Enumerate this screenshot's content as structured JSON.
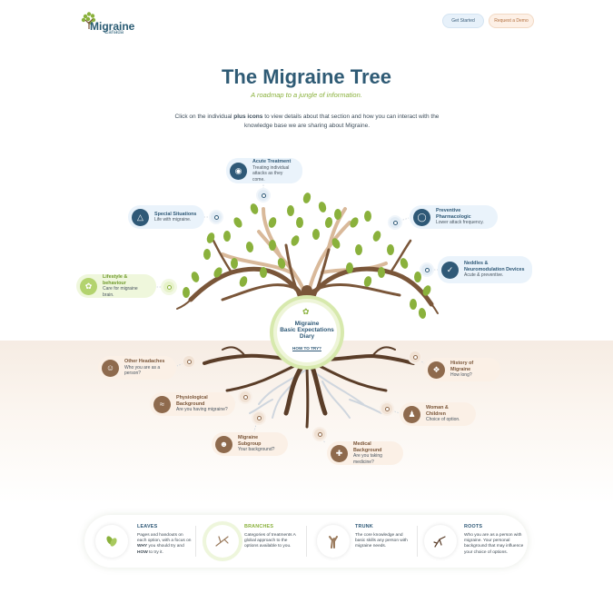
{
  "header": {
    "logo_name": "Migraine",
    "logo_sub": "Canada",
    "get_started": "Get Started",
    "request_demo": "Request a Demo"
  },
  "hero": {
    "title": "The Migraine Tree",
    "subtitle": "A roadmap to a jungle of information.",
    "intro_before": "Click on the individual ",
    "intro_bold": "plus icons",
    "intro_after": " to view details about that section and how you can interact with the knowledge base we are sharing about Migraine."
  },
  "center": {
    "title_line1": "Migraine",
    "title_line2": "Basic Expectations",
    "title_line3": "Diary",
    "link": "HOW TO TRY?"
  },
  "branches": [
    {
      "title": "Acute Treatment",
      "desc": "Treating individual attacks as they come.",
      "icon": "head-icon"
    },
    {
      "title": "Special Situations",
      "desc": "Life with migraine.",
      "icon": "meditation-icon"
    },
    {
      "title": "Preventive Pharmacologic",
      "desc": "Lower attack frequency.",
      "icon": "pill-icon"
    },
    {
      "title": "Neddles & Neuromodulation Devices",
      "desc": "Acute & preventive.",
      "icon": "syringe-icon"
    },
    {
      "title": "Lifestyle & behaviour",
      "desc": "Care for migraine brain.",
      "icon": "brain-icon"
    }
  ],
  "roots": [
    {
      "title": "Other Headaches",
      "desc": "Who you are as a person?",
      "icon": "profile-head-icon"
    },
    {
      "title": "History of Migraine",
      "desc": "How long?",
      "icon": "network-icon"
    },
    {
      "title": "Physiological Background",
      "desc": "Are you having migraine?",
      "icon": "dna-icon"
    },
    {
      "title": "Woman & Children",
      "desc": "Choice of option.",
      "icon": "family-icon"
    },
    {
      "title": "Migraine Subgroup",
      "desc": "Your background?",
      "icon": "group-icon"
    },
    {
      "title": "Medical Background",
      "desc": "Are you taking medicine?",
      "icon": "medical-folder-icon"
    }
  ],
  "legend": [
    {
      "title": "LEAVES",
      "desc_parts": [
        "Pages and handouts on each option, with a focus on ",
        "WHY",
        " you should try and ",
        "HOW",
        " to try it."
      ]
    },
    {
      "title": "BRANCHES",
      "desc": "Categories of treatments A global approach to the options available to you."
    },
    {
      "title": "TRUNK",
      "desc": "The core knowledge and basic skills any person with migraine needs."
    },
    {
      "title": "ROOTS",
      "desc": "Who you are as a person with migraine. Your personal background that may influence your choice of options."
    }
  ],
  "colors": {
    "navy": "#2f5977",
    "leaf_green": "#8ab13c",
    "bark_brown": "#7a5639",
    "accent_orange": "#b3703f"
  }
}
